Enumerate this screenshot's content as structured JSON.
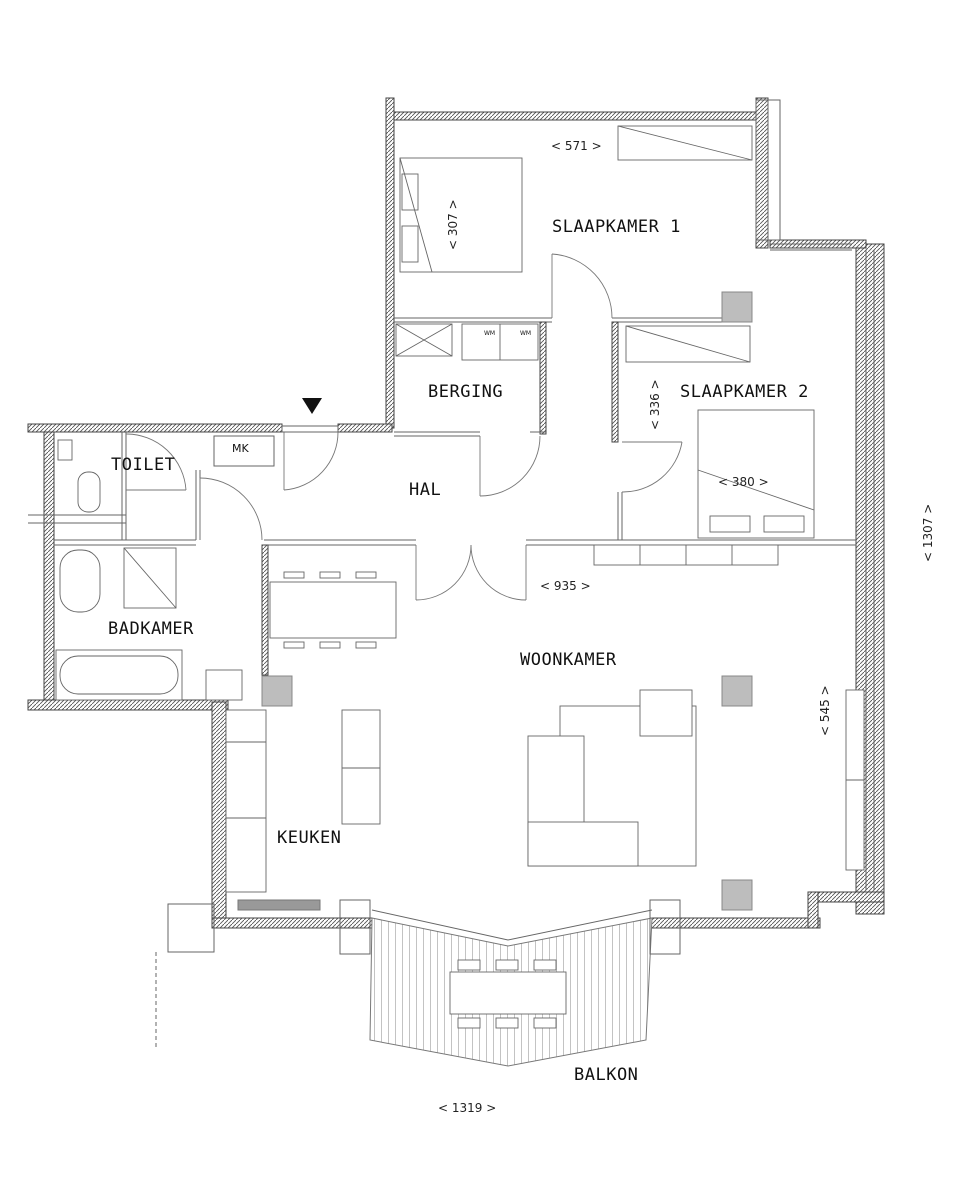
{
  "rooms": {
    "slaapkamer1": "SLAAPKAMER 1",
    "slaapkamer2": "SLAAPKAMER 2",
    "berging": "BERGING",
    "toilet": "TOILET",
    "hal": "HAL",
    "badkamer": "BADKAMER",
    "woonkamer": "WOONKAMER",
    "keuken": "KEUKEN",
    "balkon": "BALKON"
  },
  "labels": {
    "mk": "MK",
    "wm1": "WM",
    "wm2": "WM"
  },
  "dimensions": {
    "d571": "< 571 >",
    "d307": "< 307 >",
    "d336": "< 336 >",
    "d380": "< 380 >",
    "d935": "< 935 >",
    "d545": "< 545 >",
    "d1307": "< 1307 >",
    "d1319": "< 1319 >"
  },
  "icons": {
    "entrance": "entrance-arrow-icon"
  }
}
